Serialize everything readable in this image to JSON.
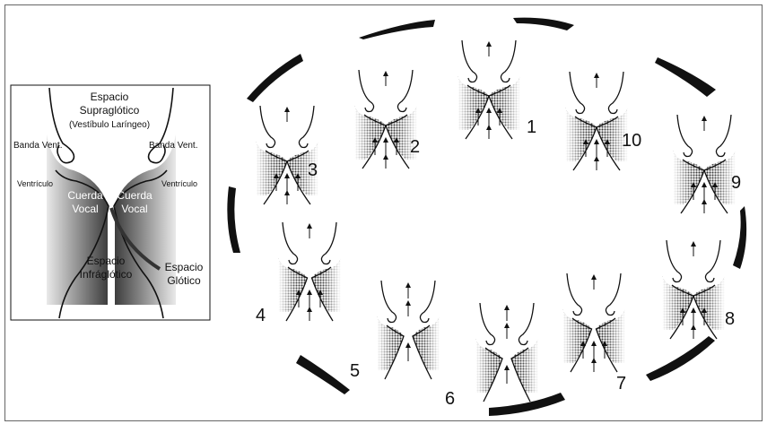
{
  "inset": {
    "title_line1": "Espacio",
    "title_line2": "Supraglótico",
    "title_line3": "(Vestíbulo Laríngeo)",
    "banda_left": "Banda Vent.",
    "banda_right": "Banda Vent.",
    "ventriculo_left": "Ventrículo",
    "ventriculo_right": "Ventrículo",
    "cuerda_left_1": "Cuerda",
    "cuerda_left_2": "Vocal",
    "cuerda_right_1": "Cuerda",
    "cuerda_right_2": "Vocal",
    "infra_1": "Espacio",
    "infra_2": "Infráglótico",
    "glotico_1": "Espacio",
    "glotico_2": "Glótico"
  },
  "phases": [
    {
      "number": "1",
      "state": "closed"
    },
    {
      "number": "2",
      "state": "closed"
    },
    {
      "number": "3",
      "state": "closed"
    },
    {
      "number": "4",
      "state": "opening"
    },
    {
      "number": "5",
      "state": "open"
    },
    {
      "number": "6",
      "state": "open"
    },
    {
      "number": "7",
      "state": "closing"
    },
    {
      "number": "8",
      "state": "closed"
    },
    {
      "number": "9",
      "state": "closed"
    },
    {
      "number": "10",
      "state": "closed"
    }
  ],
  "colors": {
    "ink": "#111111",
    "frame": "#666666",
    "shade": "#222222"
  }
}
